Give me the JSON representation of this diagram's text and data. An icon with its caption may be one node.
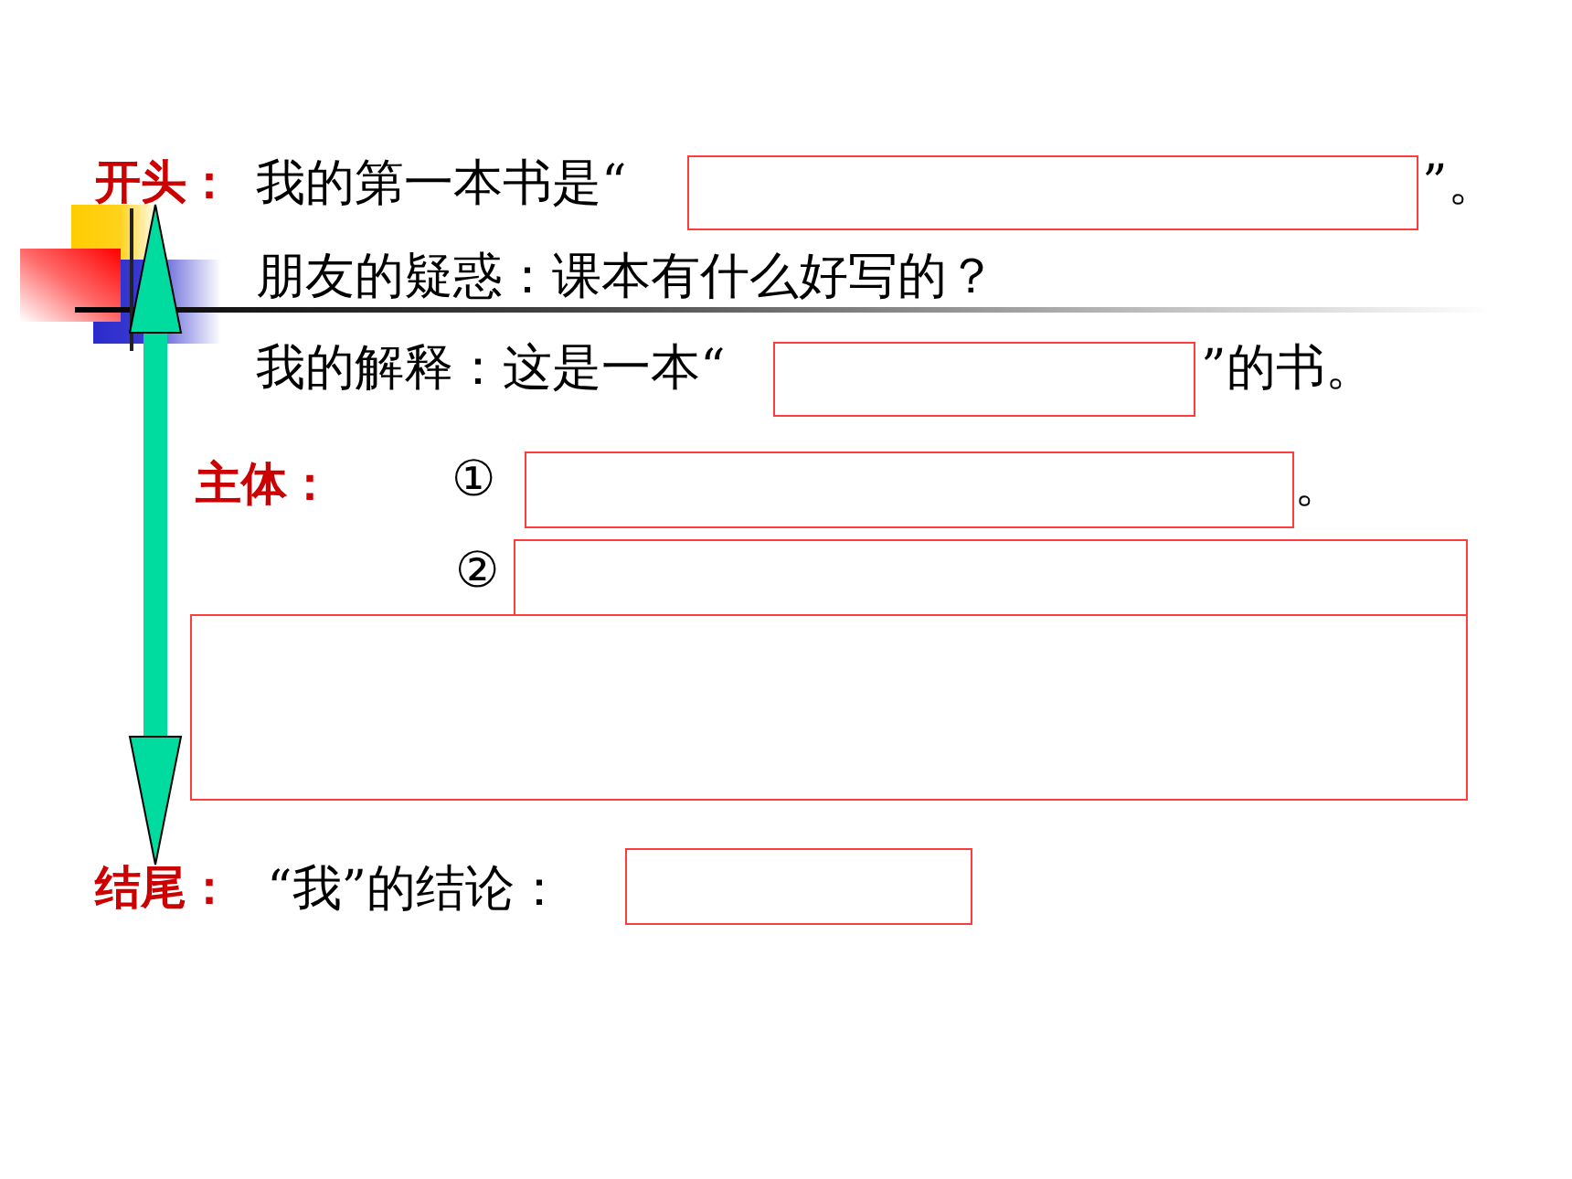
{
  "diagram": {
    "nodes": [
      {
        "text": [
          "开头："
        ]
      },
      {
        "text": [
          "结尾："
        ]
      }
    ],
    "edges": [
      {
        "from": 0,
        "to": 1,
        "arrow": "both"
      }
    ],
    "labels": [
      "我的第一本书是“",
      "”。",
      "朋友的疑惑：课本有什么好写的？",
      "我的解释：这是一本“",
      "”的书。",
      "主体：",
      "①",
      "。",
      "②",
      "“我”的结论："
    ]
  }
}
